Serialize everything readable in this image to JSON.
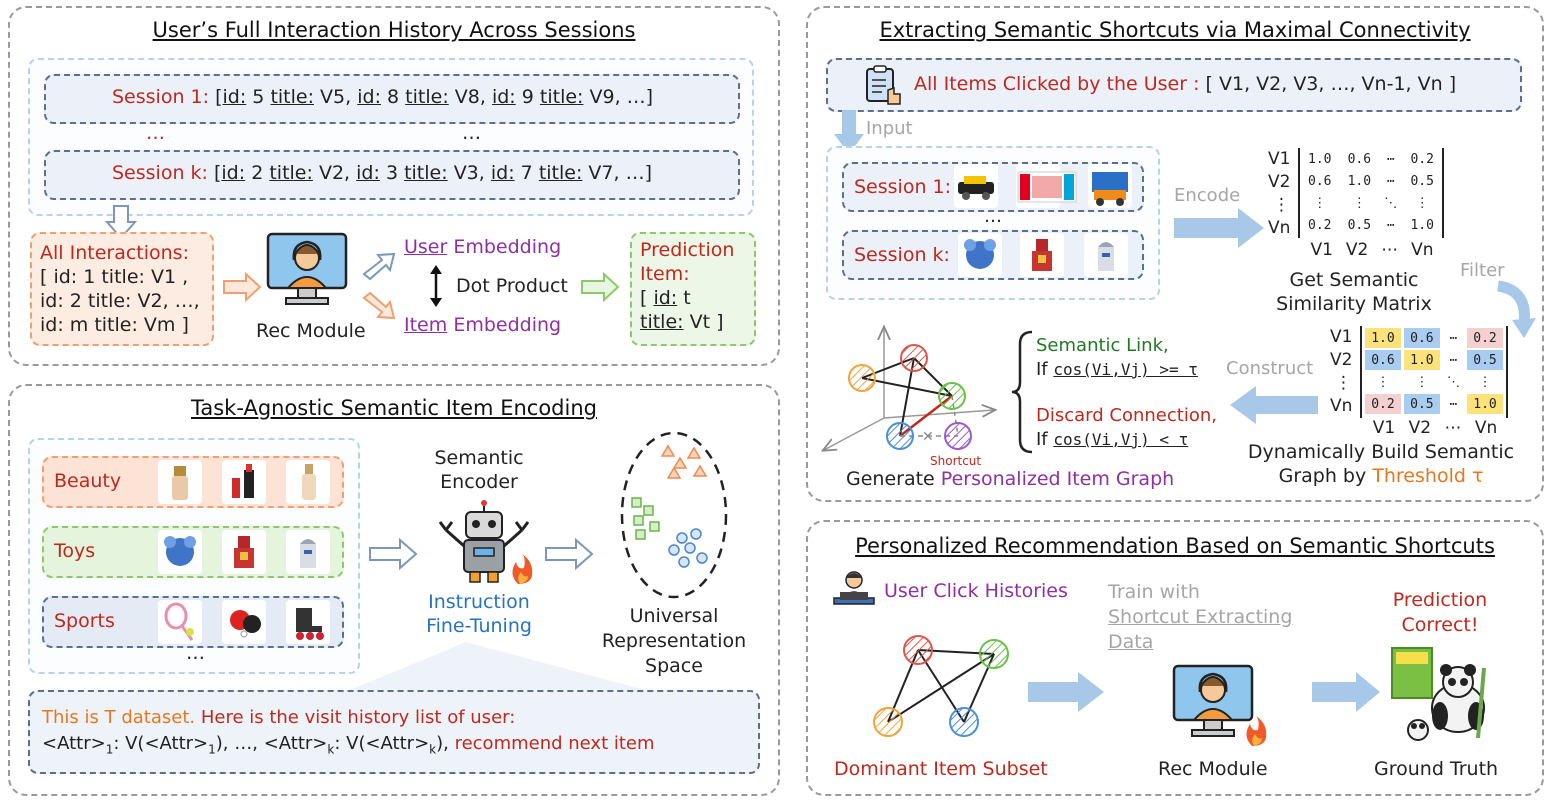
{
  "panel1": {
    "title": "User’s Full Interaction History Across Sessions",
    "session1_label": "Session 1:",
    "session1_items": [
      {
        "id_key": "id:",
        "id": "5",
        "title_key": "title:",
        "title": "V5,"
      },
      {
        "id_key": "id:",
        "id": "8",
        "title_key": "title:",
        "title": "V8,"
      },
      {
        "id_key": "id:",
        "id": "9",
        "title_key": "title:",
        "title": "V9, …]"
      }
    ],
    "ellipsis_a": "…",
    "ellipsis_b": "…",
    "sessionk_label": "Session k:",
    "sessionk_items": [
      {
        "id_key": "id:",
        "id": "2",
        "title_key": "title:",
        "title": "V2,"
      },
      {
        "id_key": "id:",
        "id": "3",
        "title_key": "title:",
        "title": "V3,"
      },
      {
        "id_key": "id:",
        "id": "7",
        "title_key": "title:",
        "title": "V7, …]"
      }
    ],
    "open_bracket": "[",
    "all_interactions_title": "All Interactions:",
    "all_interactions_lines": [
      "[ id: 1 title: V1 ,",
      "id: 2 title: V2, …,",
      "id: m title: Vm ]"
    ],
    "rec_module": "Rec Module",
    "user_word": "User",
    "embedding_word": "Embedding",
    "item_word": "Item",
    "dot_product": "Dot Product",
    "prediction_title": "Prediction Item:",
    "prediction_id_key": "id:",
    "prediction_id": "t",
    "prediction_title_key": "title:",
    "prediction_title_val": "Vt ]",
    "bracket_open": "[",
    "prediction_line1_word": "Prediction",
    "prediction_line2_word": "Item:"
  },
  "panel2": {
    "title": "Task-Agnostic Semantic Item Encoding",
    "categories": [
      "Beauty",
      "Toys",
      "Sports"
    ],
    "ellipsis": "…",
    "encoder_line1": "Semantic",
    "encoder_line2": "Encoder",
    "tuning_line1": "Instruction",
    "tuning_line2": "Fine-Tuning",
    "space_line1": "Universal",
    "space_line2": "Representation",
    "space_line3": "Space",
    "prompt_part1": "This is T dataset.",
    "prompt_part2": " Here is the visit history list of user:",
    "prompt_attr": "<Attr>",
    "prompt_sub1": "1",
    "prompt_sub_k": "k",
    "prompt_colon_v": ": V(",
    "prompt_mid": "), …, ",
    "prompt_close": "),",
    "prompt_end": " recommend next item"
  },
  "panel3": {
    "title": "Extracting Semantic Shortcuts via Maximal Connectivity",
    "all_items_label": "All Items Clicked by the User :",
    "all_items_list": "[ V1, V2, V3, …, Vn-1, Vn ]",
    "input_label": "Input",
    "session1": "Session 1:",
    "sessionk": "Session k:",
    "ellipsis": "…",
    "encode_label": "Encode",
    "filter_label": "Filter",
    "construct_label": "Construct",
    "matrix_rows": [
      "V1",
      "V2",
      "⋮",
      "Vn"
    ],
    "matrix_cols": [
      "V1",
      "V2",
      "⋯",
      "Vn"
    ],
    "matrix_values": [
      [
        "1.0",
        "0.6",
        "⋯",
        "0.2"
      ],
      [
        "0.6",
        "1.0",
        "⋯",
        "0.5"
      ],
      [
        "⋮",
        "⋮",
        "⋱",
        "⋮"
      ],
      [
        "0.2",
        "0.5",
        "⋯",
        "1.0"
      ]
    ],
    "similarity_line1": "Get Semantic",
    "similarity_line2": "Similarity Matrix",
    "semantic_link": "Semantic Link,",
    "if_word": "If",
    "cond_ge": "cos(Vi,Vj) >= τ",
    "discard": "Discard Connection,",
    "cond_lt": "cos(Vi,Vj) < τ",
    "shortcut": "Shortcut",
    "generate_word": "Generate",
    "personalized_graph": "Personalized Item Graph",
    "build_line1": "Dynamically Build Semantic",
    "build_line2_a": "Graph by",
    "build_line2_b": "Threshold τ",
    "highlight_colors": {
      "yellow": "#fbe27a",
      "blue": "#a9cdf0",
      "red": "#f4b7b7"
    }
  },
  "panel4": {
    "title": "Personalized Recommendation Based on Semantic Shortcuts",
    "user_click": "User Click Histories",
    "train_line1": "Train with",
    "train_line2": "Shortcut Extracting",
    "train_line3": "Data",
    "prediction_line1": "Prediction",
    "prediction_line2": "Correct!",
    "dominant": "Dominant Item Subset",
    "rec_module": "Rec Module",
    "ground_truth": "Ground Truth"
  },
  "colors": {
    "red": "#c0281d",
    "purple": "#8e2fa5",
    "orange": "#e8761d",
    "green": "#1f7a1f",
    "blue": "#2673c4",
    "arrow_blue": "#a8c8ea"
  }
}
